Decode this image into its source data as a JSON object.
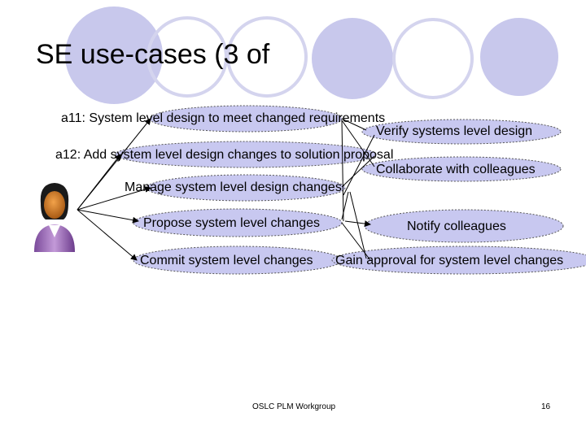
{
  "slide": {
    "title": "SE use-cases (3 of",
    "footer": "OSLC PLM Workgroup",
    "page_number": "16"
  },
  "actor": {
    "icon": "user-avatar-icon"
  },
  "use_cases": {
    "a11": "a11: System level design to meet changed requirements",
    "verify": "Verify systems level design",
    "a12": "a12: Add system level design changes to solution proposal",
    "collaborate": "Collaborate with colleagues",
    "manage": "Manage system level design changes",
    "propose": "Propose system level changes",
    "notify": "Notify colleagues",
    "commit": "Commit system level changes",
    "gain": "Gain approval for system level changes"
  },
  "colors": {
    "ellipse_fill": "#c8c8f0",
    "deco": "#c8c8ec"
  }
}
